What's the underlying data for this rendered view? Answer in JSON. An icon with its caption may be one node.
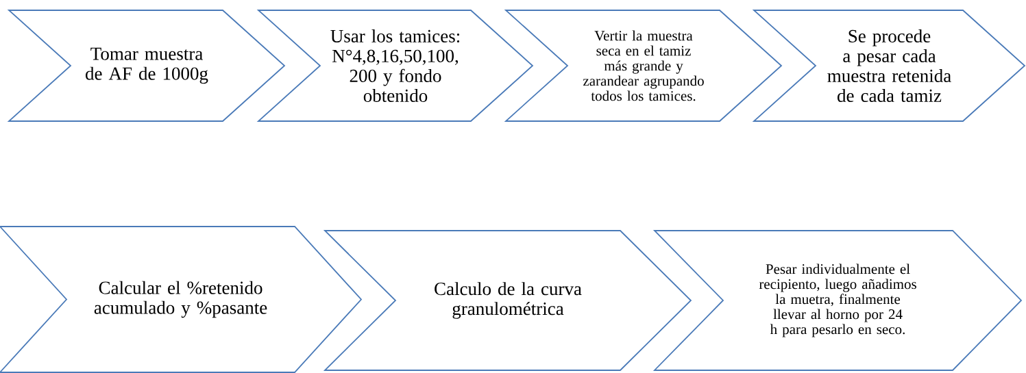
{
  "diagram": {
    "nodes": [
      {
        "text": [
          "Tomar muestra de AF de 1000g"
        ]
      },
      {
        "text": [
          "Usar los tamices: N°4,8,16,50,100, 200 y fondo obtenido"
        ]
      },
      {
        "text": [
          "Vertir la muestra seca en el tamiz más grande y zarandear agrupando todos los tamices."
        ]
      },
      {
        "text": [
          "Se procede a pesar cada muestra retenida de cada tamiz"
        ]
      },
      {
        "text": [
          "Calcular el %retenido acumulado y %pasante"
        ]
      },
      {
        "text": [
          "Calculo de la curva granulométrica"
        ]
      },
      {
        "text": [
          "Pesar individualmente el recipiento, luego añadimos la muetra, finalmente llevar al horno por 24 h para pesarlo en seco."
        ]
      }
    ]
  }
}
